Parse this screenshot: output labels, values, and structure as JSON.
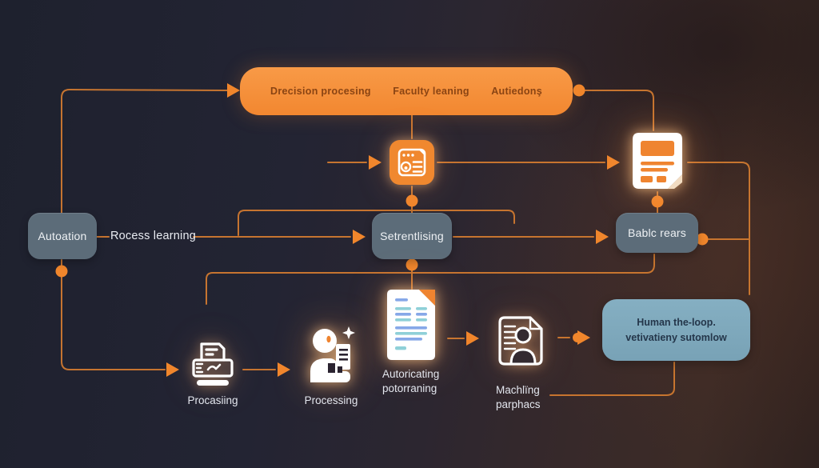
{
  "banner": {
    "items": [
      {
        "label": "Drecision procesing"
      },
      {
        "label": "Faculty leaning"
      },
      {
        "label": "Autiedonş"
      }
    ]
  },
  "nodes": {
    "automation": {
      "label": "Autoation"
    },
    "process_learning_label": "Rocess learning",
    "sentralising": {
      "label": "Setrentlising"
    },
    "basic_rears": {
      "label": "Bablc rears"
    },
    "human_loop": {
      "line1": "Human the-loop.",
      "line2": "vetivatieny sutomlow"
    },
    "processing_printer": {
      "label": "Procasiing"
    },
    "processing_person": {
      "label": "Processing"
    },
    "authoring_doc": {
      "line1": "Autoricating",
      "line2": "potorraning"
    },
    "matching_profile": {
      "line1": "Machlïng",
      "line2": "parphacs"
    }
  },
  "icons": {
    "decision_report": "decision-report-icon",
    "report_document": "report-document-icon",
    "printer": "printer-icon",
    "person_processing": "person-processing-icon",
    "document_lines": "document-lines-icon",
    "profile_document": "profile-document-icon"
  },
  "colors": {
    "accent_orange": "#f0862c",
    "line_orange": "#cf7930",
    "banner_orange": "#f28730",
    "slate_box": "#5c6c79",
    "human_box": "#7ea8bc",
    "background_left": "#1e212e",
    "background_right": "#3c2b26"
  }
}
